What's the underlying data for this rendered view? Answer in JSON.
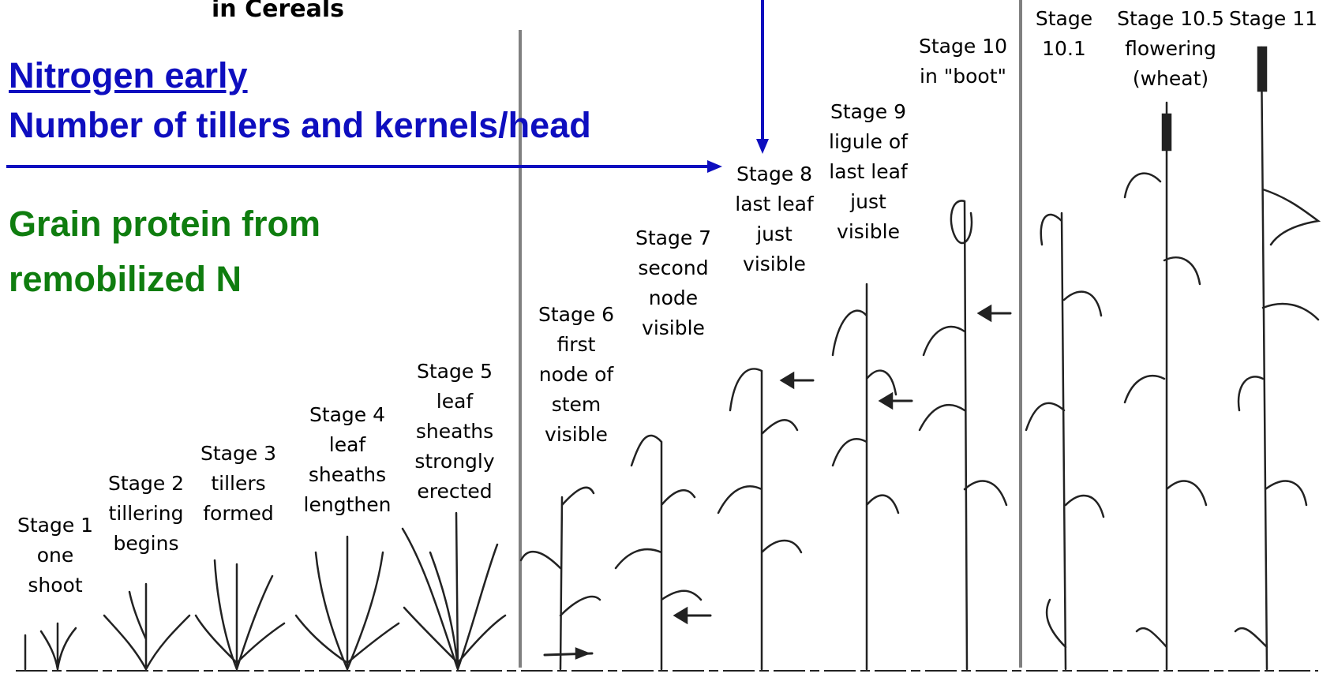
{
  "title_fragment": "in Cereals",
  "nitrogen": {
    "title": "Nitrogen early",
    "subtitle": "Number of tillers and kernels/head"
  },
  "grain_protein": {
    "line1": "Grain protein from",
    "line2": "remobilized N"
  },
  "stages": [
    {
      "label": "Stage 1",
      "desc": [
        "one",
        "shoot"
      ]
    },
    {
      "label": "Stage 2",
      "desc": [
        "tillering",
        "begins"
      ]
    },
    {
      "label": "Stage 3",
      "desc": [
        "tillers",
        "formed"
      ]
    },
    {
      "label": "Stage 4",
      "desc": [
        "leaf",
        "sheaths",
        "lengthen"
      ]
    },
    {
      "label": "Stage 5",
      "desc": [
        "leaf",
        "sheaths",
        "strongly",
        "erected"
      ]
    },
    {
      "label": "Stage 6",
      "desc": [
        "first",
        "node of",
        "stem",
        "visible"
      ]
    },
    {
      "label": "Stage 7",
      "desc": [
        "second",
        "node",
        "visible"
      ]
    },
    {
      "label": "Stage 8",
      "desc": [
        "last leaf",
        "just",
        "visible"
      ]
    },
    {
      "label": "Stage 9",
      "desc": [
        "ligule of",
        "last leaf",
        "just",
        "visible"
      ]
    },
    {
      "label": "Stage 10",
      "desc": [
        "in \"boot\""
      ]
    },
    {
      "label": "Stage",
      "desc": [
        "10.1"
      ]
    },
    {
      "label": "Stage 10.5",
      "desc": [
        "flowering",
        "(wheat)"
      ]
    },
    {
      "label": "Stage 11",
      "desc": []
    }
  ],
  "colors": {
    "nitrogen_blue": "#0e0ebf",
    "grain_green": "#0f7d0f",
    "divider_gray": "#808080"
  }
}
